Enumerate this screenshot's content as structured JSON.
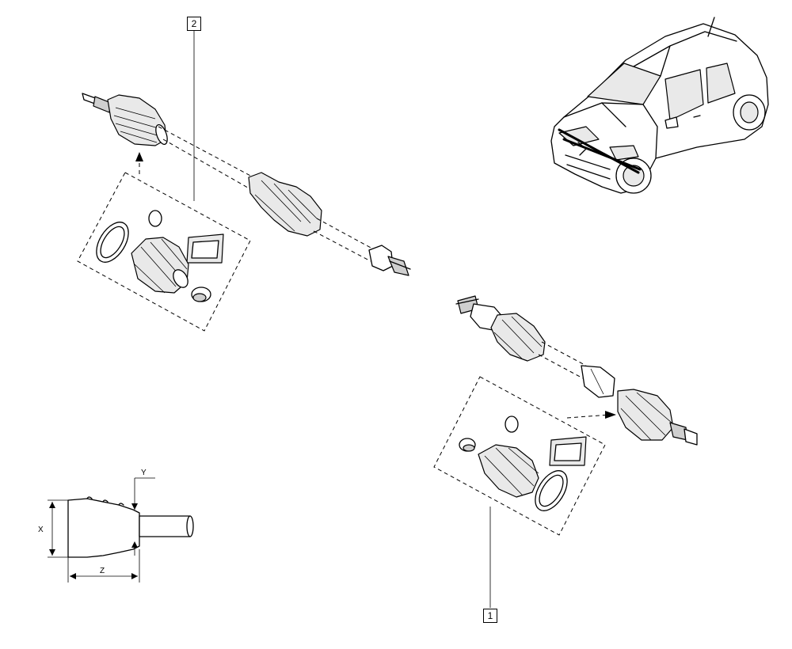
{
  "callouts": {
    "part_2": "2",
    "part_1": "1"
  },
  "dimension_labels": {
    "x": "X",
    "y": "Y",
    "z": "Z"
  }
}
